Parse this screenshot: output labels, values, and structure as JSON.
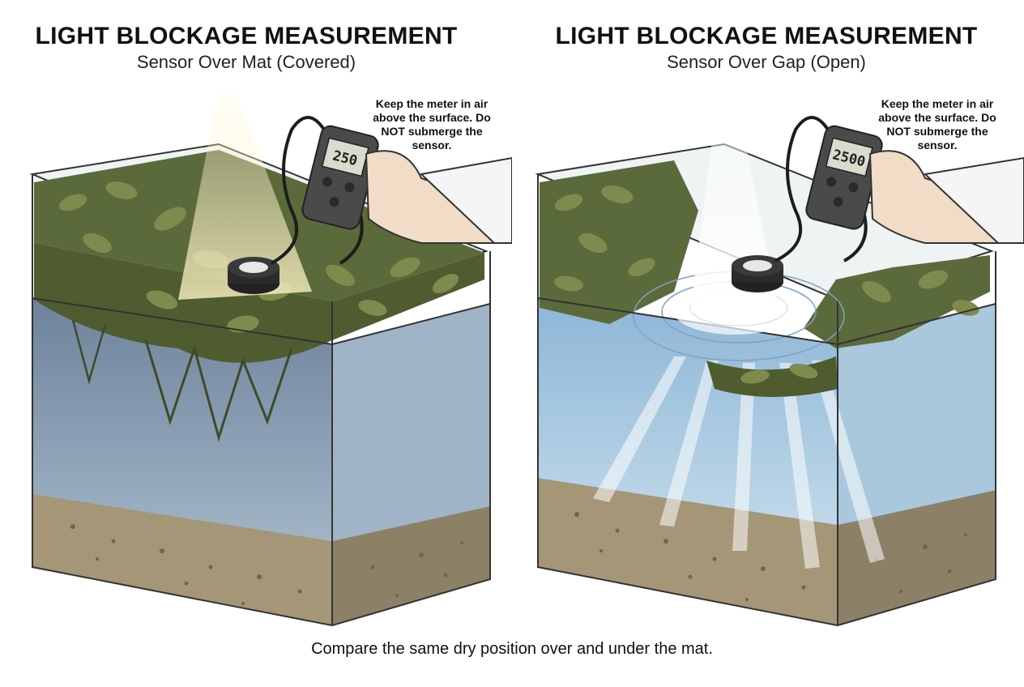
{
  "panels": [
    {
      "title": "LIGHT BLOCKAGE MEASUREMENT",
      "subtitle": "Sensor Over Mat (Covered)",
      "note": "Keep the meter in air above the surface. Do NOT submerge the sensor.",
      "meter_reading": "250"
    },
    {
      "title": "LIGHT BLOCKAGE MEASUREMENT",
      "subtitle": "Sensor Over Gap (Open)",
      "note": "Keep the meter in air above the surface. Do NOT submerge the sensor.",
      "meter_reading": "2500"
    }
  ],
  "caption": "Compare the same dry position over and under the mat.",
  "colors": {
    "mat_green": "#5b6a3a",
    "water_dark": "#6f88a3",
    "water_light": "#b7d3e6",
    "gravel": "#9c8f6e"
  }
}
